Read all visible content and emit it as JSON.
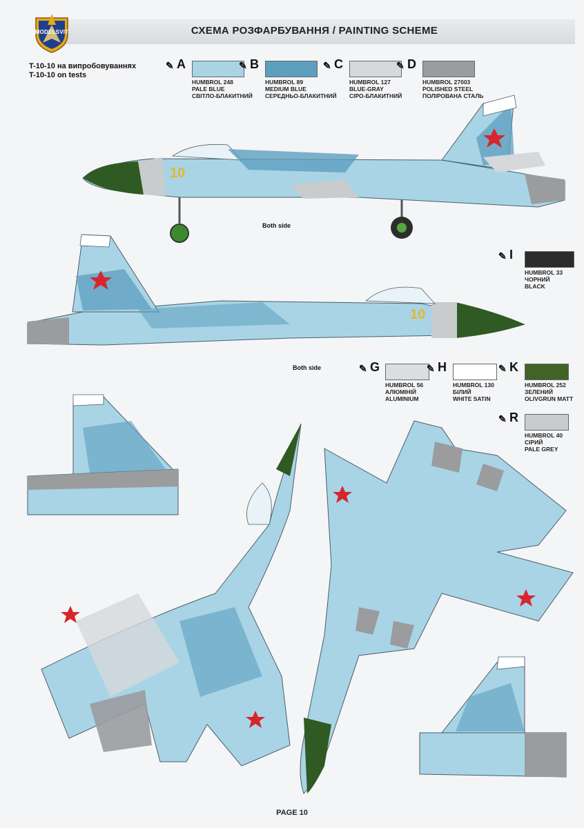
{
  "header": {
    "logo_text": "MODELSVIT",
    "title": "СХЕМА РОЗФАРБУВАННЯ / PAINTING SCHEME"
  },
  "subtitle": {
    "line1": "T-10-10 на випробовуваннях",
    "line2": "T-10-10 on tests"
  },
  "swatches": [
    {
      "letter": "A",
      "color": "#a8d4e6",
      "code": "HUMBROL 248",
      "en": "PALE BLUE",
      "ua": "СВІТЛО-БЛАКИТНИЙ"
    },
    {
      "letter": "B",
      "color": "#5d9fbf",
      "code": "HUMBROL 89",
      "en": "MEDIUM BLUE",
      "ua": "СЕРЕДНЬО-БЛАКИТНИЙ"
    },
    {
      "letter": "C",
      "color": "#d6d8dc",
      "code": "HUMBROL 127",
      "en": "BLUE-GRAY",
      "ua": "СІРО-БЛАКИТНИЙ"
    },
    {
      "letter": "D",
      "color": "#9a9c9e",
      "code": "HUMBROL 27003",
      "en": "POLISHED STEEL",
      "ua": "ПОЛІРОВАНА СТАЛЬ"
    },
    {
      "letter": "I",
      "color": "#2b2b2b",
      "code": "HUMBROL 33",
      "en": "ЧОРНИЙ",
      "ua": "BLACK"
    },
    {
      "letter": "G",
      "color": "#dcdde0",
      "code": "HUMBROL 56",
      "en": "АЛЮМІНІЙ",
      "ua": "ALUMINIUM"
    },
    {
      "letter": "H",
      "color": "#ffffff",
      "code": "HUMBROL 130",
      "en": "БІЛИЙ",
      "ua": "WHITE SATIN"
    },
    {
      "letter": "K",
      "color": "#3f6426",
      "code": "HUMBROL 252",
      "en": "ЗЕЛЕНИЙ",
      "ua": "OLIVGRUN MATT"
    },
    {
      "letter": "R",
      "color": "#c9cbcd",
      "code": "HUMBROL 40",
      "en": "СІРИЙ",
      "ua": "PALE GREY"
    }
  ],
  "annotations": {
    "both_side_1": "Both side",
    "both_side_2": "Both side",
    "nose_number": "10"
  },
  "footer": {
    "page": "PAGE 10"
  }
}
